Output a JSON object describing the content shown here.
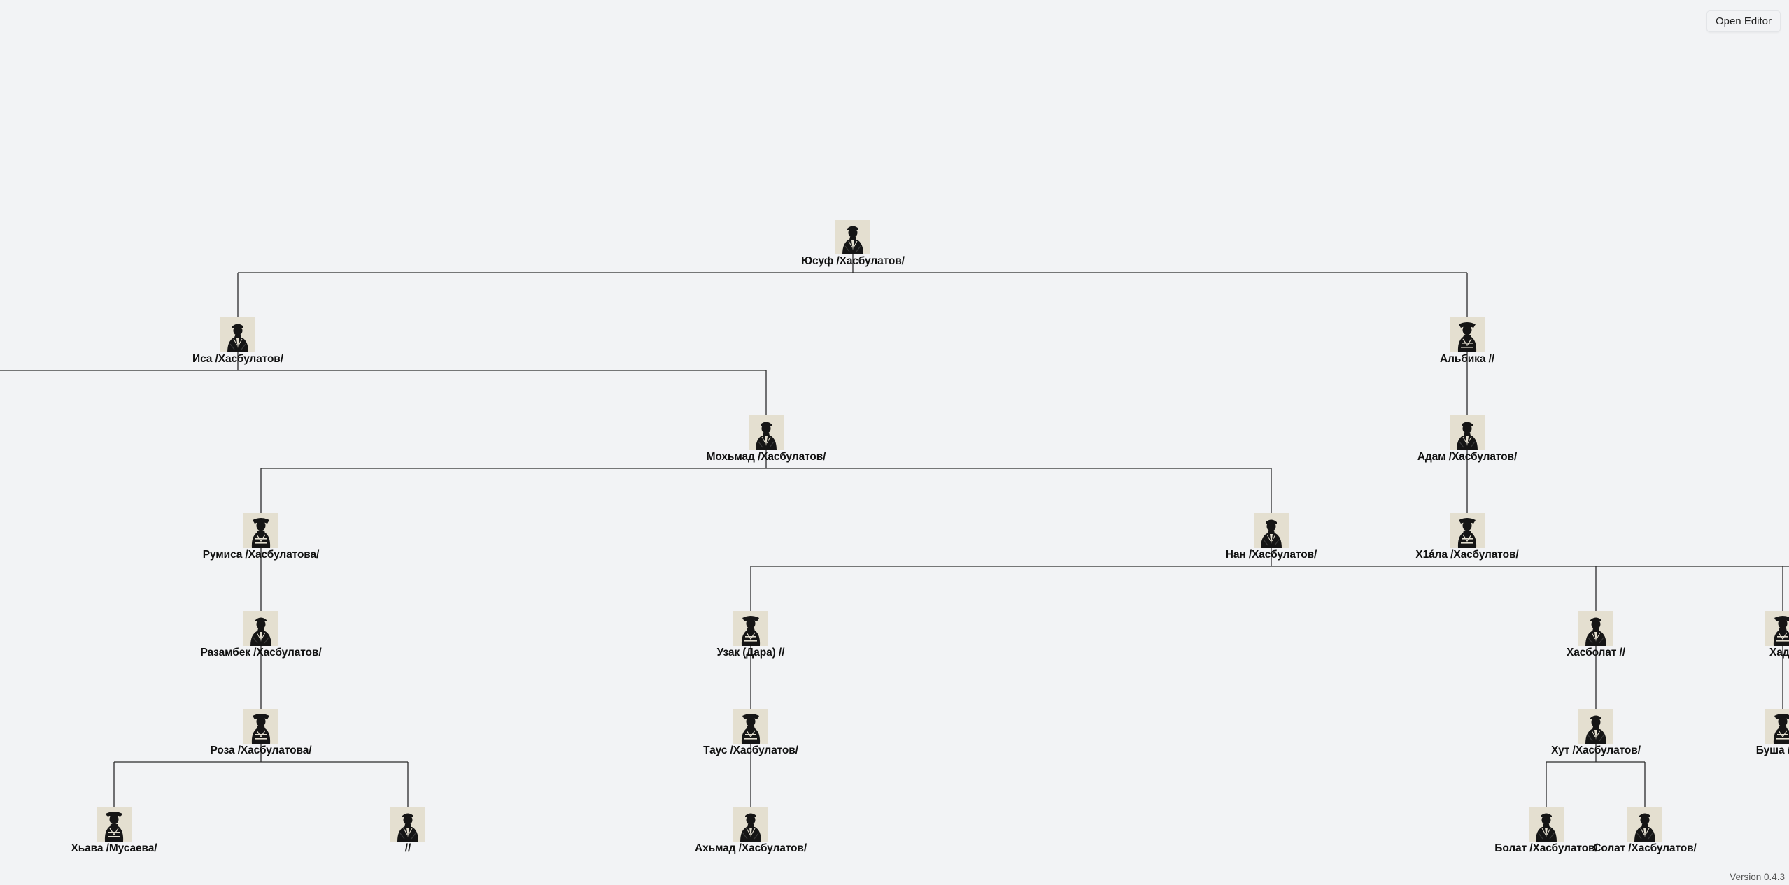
{
  "app": {
    "open_editor_label": "Open Editor",
    "version": "Version 0.4.3"
  },
  "tree": {
    "people": [
      {
        "id": "yusuf",
        "name": "Юсуф /Хасбулатов/",
        "gender": "male",
        "parent": null
      },
      {
        "id": "isa",
        "name": "Иса /Хасбулатов/",
        "gender": "male",
        "parent": "yusuf"
      },
      {
        "id": "albika",
        "name": "Альбика //",
        "gender": "female",
        "parent": "yusuf"
      },
      {
        "id": "mohmad",
        "name": "Мохьмад /Хасбулатов/",
        "gender": "male",
        "parent": "isa"
      },
      {
        "id": "adam",
        "name": "Адам /Хасбулатов/",
        "gender": "male",
        "parent": "albika"
      },
      {
        "id": "rumisa",
        "name": "Румиса /Хасбулатова/",
        "gender": "female",
        "parent": "mohmad"
      },
      {
        "id": "nan",
        "name": "Нан /Хасбулатов/",
        "gender": "male",
        "parent": "mohmad"
      },
      {
        "id": "hala",
        "name": "Х1áла /Хасбулатов/",
        "gender": "female",
        "parent": "adam"
      },
      {
        "id": "razambek",
        "name": "Разамбек /Хасбулатов/",
        "gender": "male",
        "parent": "rumisa"
      },
      {
        "id": "uzak",
        "name": "Узак (Дара) //",
        "gender": "female",
        "parent": "nan"
      },
      {
        "id": "hasbolat",
        "name": "Хасболат //",
        "gender": "male",
        "parent": "nan"
      },
      {
        "id": "hadi",
        "name": "Хади",
        "gender": "female",
        "parent": "nan"
      },
      {
        "id": "roza",
        "name": "Роза /Хасбулатова/",
        "gender": "female",
        "parent": "razambek"
      },
      {
        "id": "taus",
        "name": "Таус /Хасбулатов/",
        "gender": "female",
        "parent": "uzak"
      },
      {
        "id": "hut",
        "name": "Хут /Хасбулатов/",
        "gender": "male",
        "parent": "hasbolat"
      },
      {
        "id": "busha",
        "name": "Буша /Хас",
        "gender": "female",
        "parent": "hadi"
      },
      {
        "id": "hyava",
        "name": "Хьава /Мусаева/",
        "gender": "female",
        "parent": "roza"
      },
      {
        "id": "unknown",
        "name": "//",
        "gender": "male",
        "parent": "roza"
      },
      {
        "id": "ahmad",
        "name": "Ахьмад /Хасбулатов/",
        "gender": "male",
        "parent": "taus"
      },
      {
        "id": "bolat",
        "name": "Болат /Хасбулатов/",
        "gender": "male",
        "parent": "hut"
      },
      {
        "id": "soltat",
        "name": "Солат /Хасбулатов/",
        "gender": "male",
        "parent": "hut"
      }
    ]
  }
}
